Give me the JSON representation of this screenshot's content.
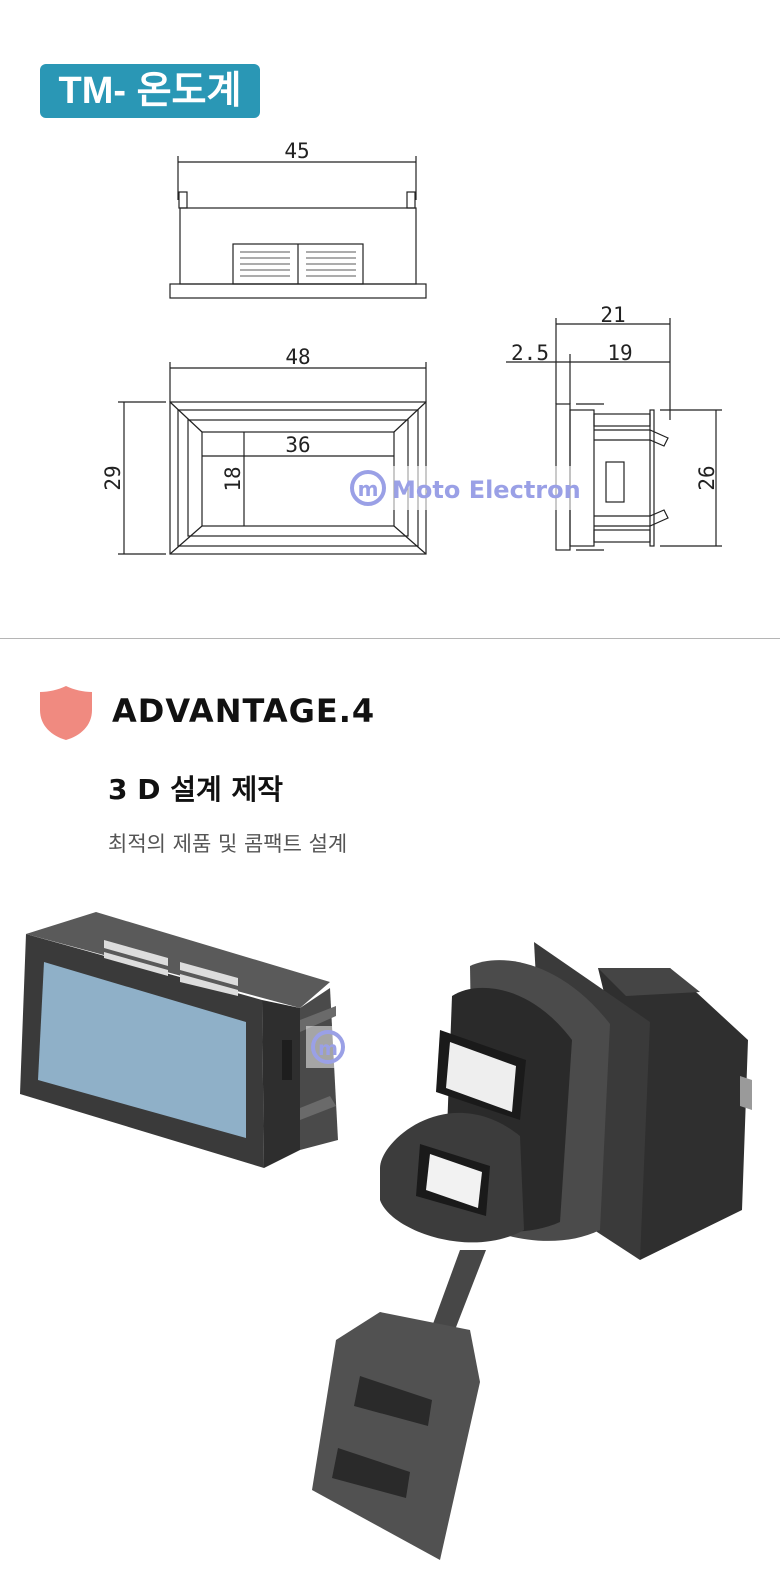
{
  "header": {
    "title": "TM- 온도계"
  },
  "dimensions": {
    "top_width": "45",
    "front_width": "48",
    "front_height": "29",
    "window_width": "36",
    "window_height": "18",
    "side_total": "21",
    "side_flange": "2.5",
    "side_body": "19",
    "side_height": "26"
  },
  "watermark": {
    "text": "Moto Electron"
  },
  "advantage": {
    "heading": "ADVANTAGE.4",
    "subtitle": "3 D 설계 제작",
    "description": "최적의 제품 및  콤팩트 설계"
  },
  "colors": {
    "badge": "#2a97b5",
    "shield": "#f08a80",
    "screen": "#8fb0c8",
    "watermark": "#9aa0e6"
  }
}
